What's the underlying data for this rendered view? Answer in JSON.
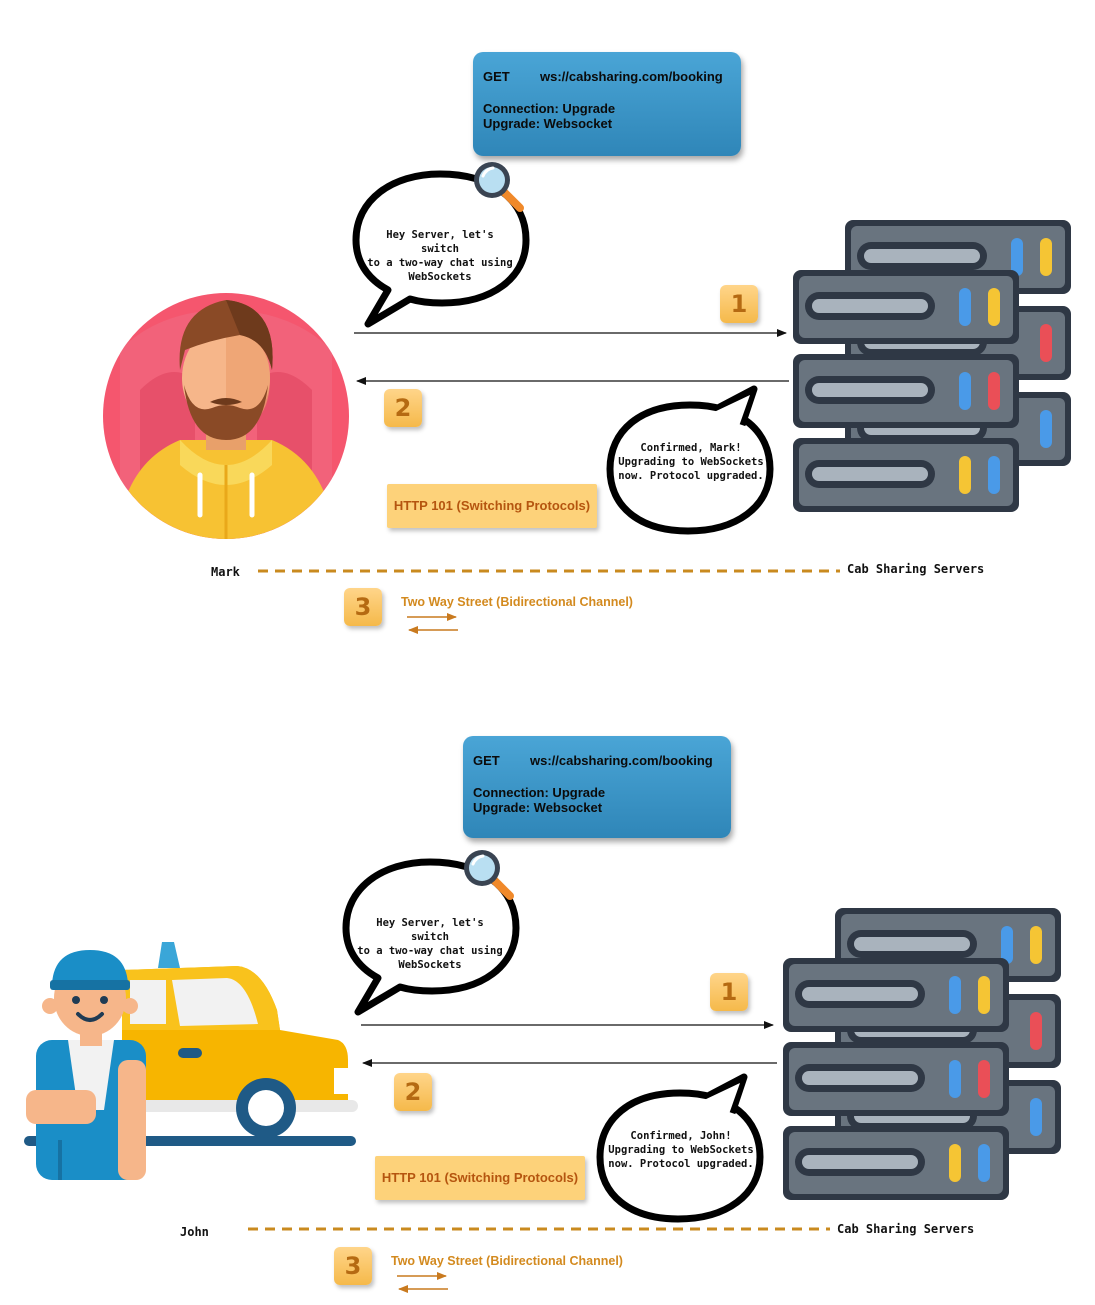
{
  "panels": [
    {
      "request": {
        "method": "GET",
        "url": "ws://cabsharing.com/booking",
        "header1": "Connection: Upgrade",
        "header2": "Upgrade: Websocket"
      },
      "client_bubble": [
        "Hey Server, let's switch",
        "to a two-way chat using",
        "WebSockets"
      ],
      "server_bubble": [
        "Confirmed, Mark!",
        "Upgrading to WebSockets",
        "now. Protocol upgraded."
      ],
      "step1": "1",
      "step2": "2",
      "step3": "3",
      "http_status": "HTTP 101 (Switching Protocols)",
      "client_name": "Mark",
      "server_name": "Cab Sharing Servers",
      "channel": "Two Way Street (Bidirectional Channel)"
    },
    {
      "request": {
        "method": "GET",
        "url": "ws://cabsharing.com/booking",
        "header1": "Connection: Upgrade",
        "header2": "Upgrade: Websocket"
      },
      "client_bubble": [
        "Hey Server, let's switch",
        "to a two-way chat using",
        "WebSockets"
      ],
      "server_bubble": [
        "Confirmed, John!",
        "Upgrading to WebSockets",
        "now. Protocol upgraded."
      ],
      "step1": "1",
      "step2": "2",
      "step3": "3",
      "http_status": "HTTP 101 (Switching Protocols)",
      "client_name": "John",
      "server_name": "Cab Sharing Servers",
      "channel": "Two Way Street (Bidirectional Channel)"
    }
  ],
  "colors": {
    "request_box": "#3d97c9",
    "badge": "#f7c15a",
    "badge_text": "#b56a12",
    "http_box": "#fdd27a",
    "dashed_line": "#c98a1f",
    "server_body": "#3a4452",
    "server_panel": "#6f7a88"
  }
}
